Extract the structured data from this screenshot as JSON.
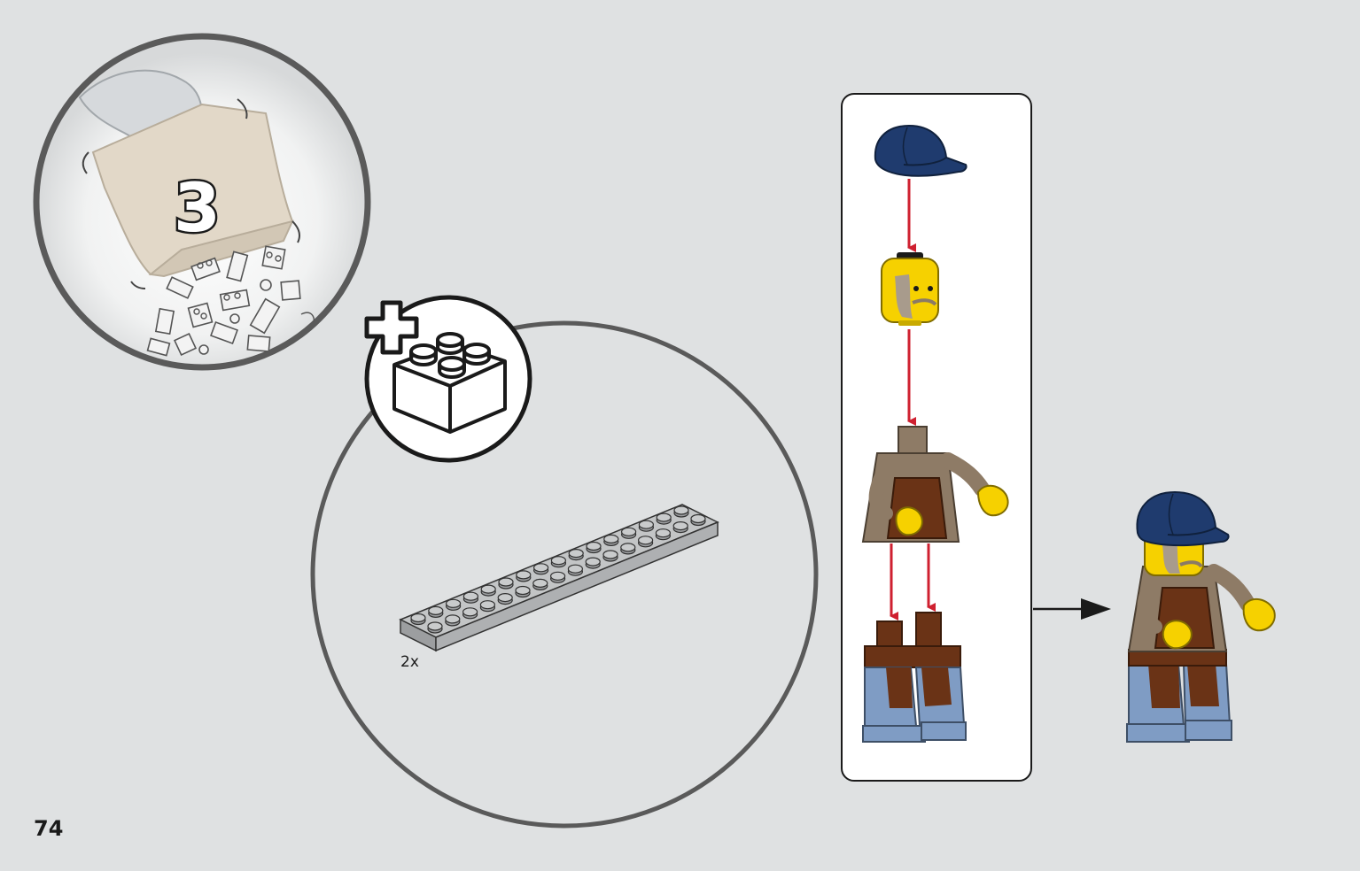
{
  "page": {
    "number": "74"
  },
  "bag": {
    "number": "3",
    "icon": "bag-open-icon"
  },
  "new_parts": {
    "icon": "add-parts-icon",
    "items": [
      {
        "name": "plate-2x16",
        "quantity_label": "2x",
        "color": "#a9abac"
      }
    ]
  },
  "minifigure": {
    "parts": [
      "cap",
      "head",
      "torso",
      "legs"
    ],
    "colors": {
      "cap": "#1f3b6e",
      "skin": "#f6d100",
      "torso": "#8e7b66",
      "overalls": "#6a3316",
      "legs": "#7f9cc4",
      "arrow": "#cf2030"
    }
  }
}
